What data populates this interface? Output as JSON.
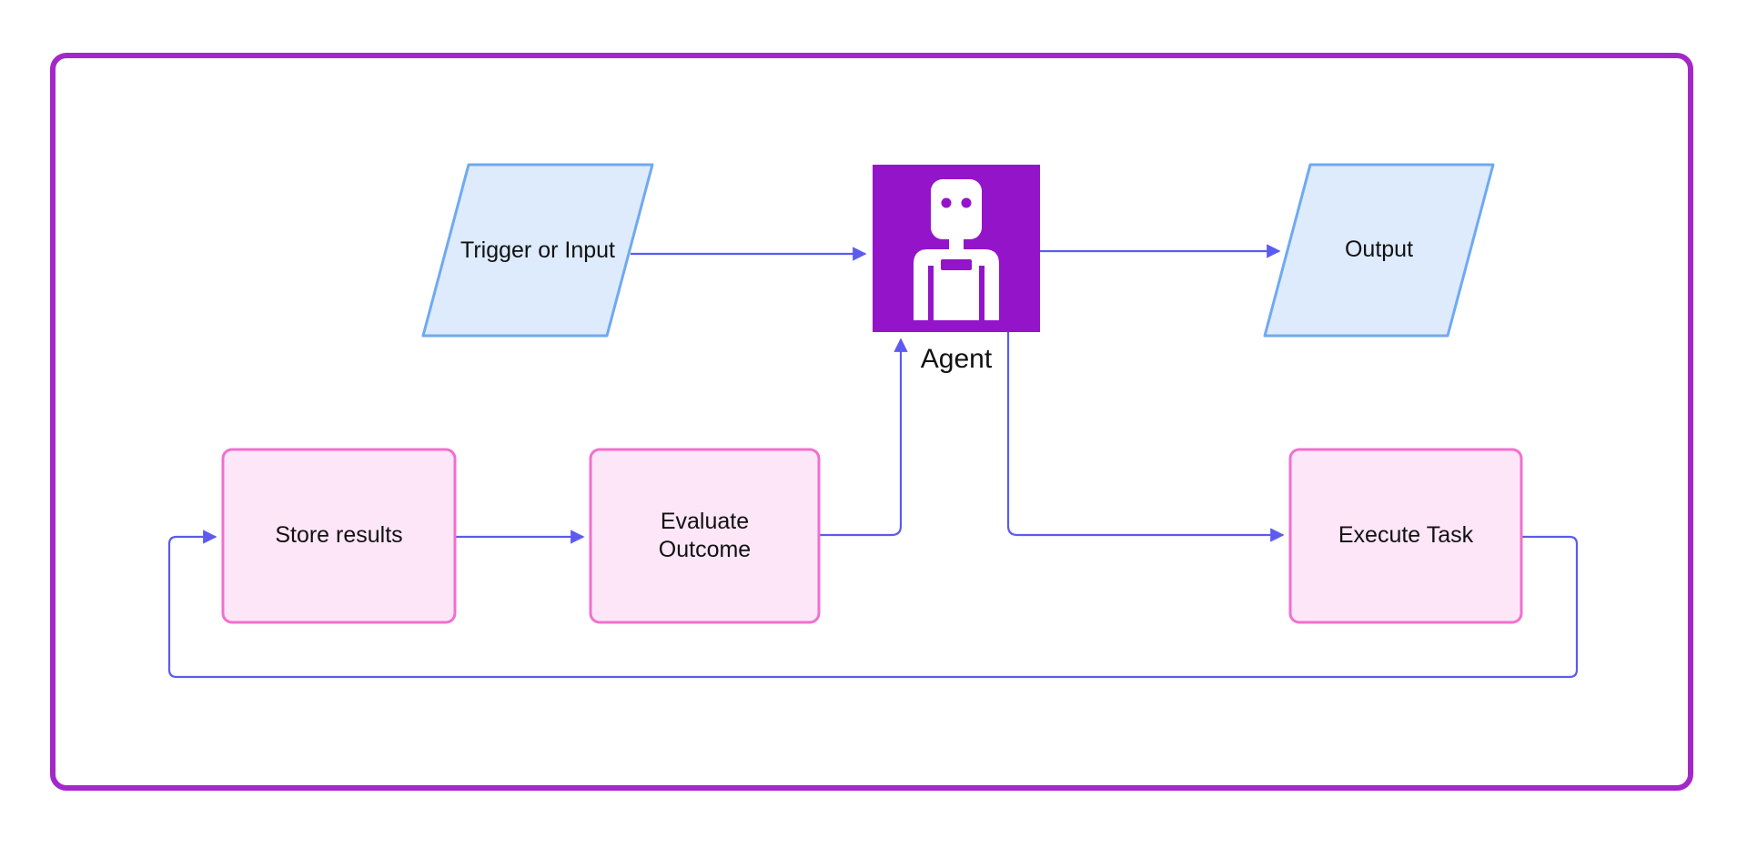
{
  "diagram": {
    "kind": "flowchart",
    "nodes": {
      "trigger": {
        "label": "Trigger or Input",
        "shape": "parallelogram"
      },
      "agent": {
        "label": "Agent",
        "shape": "icon-square",
        "icon": "robot-icon"
      },
      "output": {
        "label": "Output",
        "shape": "parallelogram"
      },
      "store": {
        "label": "Store results",
        "shape": "rounded-rect"
      },
      "evaluate": {
        "label": "Evaluate Outcome",
        "shape": "rounded-rect"
      },
      "execute": {
        "label": "Execute Task",
        "shape": "rounded-rect"
      }
    },
    "edges": [
      {
        "id": "trigger-to-agent",
        "from": "Trigger or Input",
        "to": "Agent"
      },
      {
        "id": "agent-to-output",
        "from": "Agent",
        "to": "Output"
      },
      {
        "id": "store-to-evaluate",
        "from": "Store results",
        "to": "Evaluate Outcome"
      },
      {
        "id": "evaluate-to-agent",
        "from": "Evaluate Outcome",
        "to": "Agent"
      },
      {
        "id": "agent-to-execute",
        "from": "Agent",
        "to": "Execute Task"
      },
      {
        "id": "execute-to-store",
        "from": "Execute Task",
        "to": "Store results"
      }
    ],
    "colors": {
      "frame_border": "#A428C9",
      "agent_fill": "#9415C9",
      "parallelogram_fill": "#DDEBFC",
      "parallelogram_stroke": "#6FA9F2",
      "process_fill": "#FDE6F7",
      "process_stroke": "#F070CE",
      "edge": "#5B5BF0",
      "text": "#111111"
    }
  }
}
